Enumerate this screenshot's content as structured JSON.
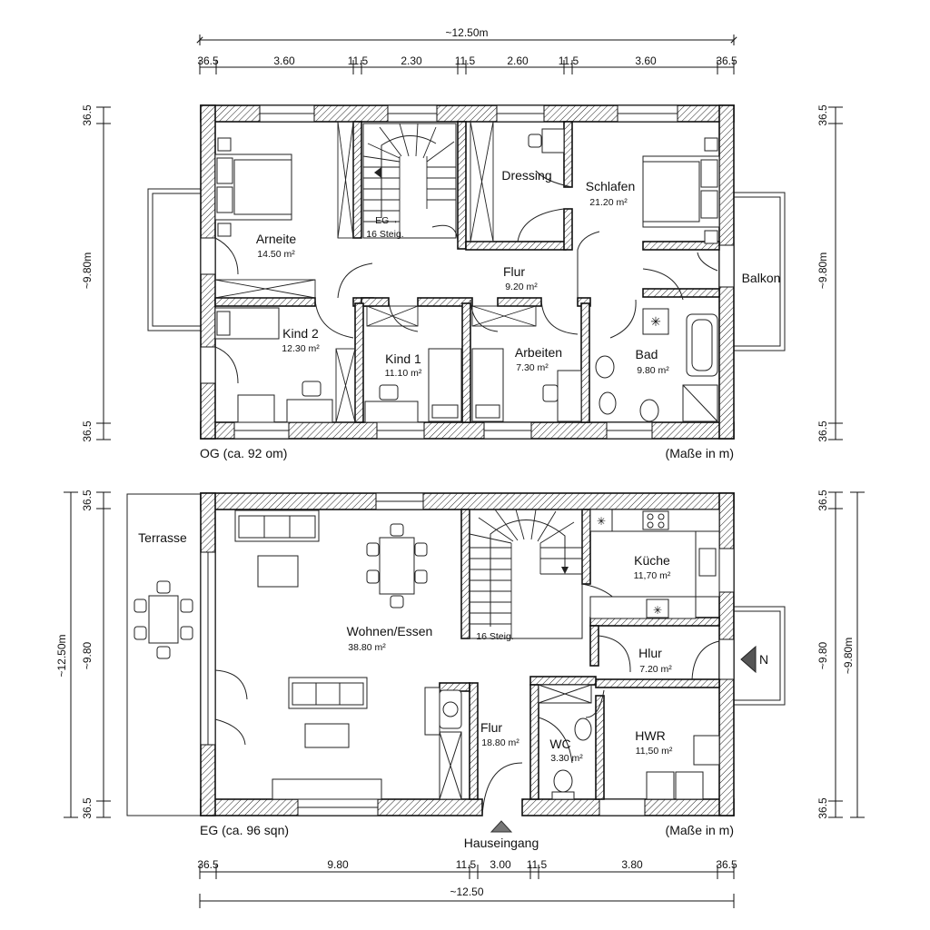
{
  "dims": {
    "og_total": "~12.50m",
    "og_segments": [
      "36.5",
      "3.60",
      "11.5",
      "2.30",
      "11.5",
      "2.60",
      "11.5",
      "3.60",
      "36.5"
    ],
    "og_left": [
      "36.5",
      "~9.80m",
      "36.5"
    ],
    "og_right": [
      "36.5",
      "~9.80m",
      "36.5"
    ],
    "eg_left_outer": "~12.50m",
    "eg_left": [
      "36.5",
      "~9.80",
      "36.5"
    ],
    "eg_right": [
      "36.5",
      "~9.80",
      "36.5"
    ],
    "eg_right_outer": "~9.80m",
    "eg_segments": [
      "36.5",
      "9.80",
      "11.5",
      "3.00",
      "11.5",
      "3.80",
      "36.5"
    ],
    "eg_total": "~12.50"
  },
  "og": {
    "caption": "OG (ca. 92 om)",
    "units": "(Maße in m)",
    "rooms": {
      "arbeite": {
        "name": "Arneite",
        "area": "14.50 m²"
      },
      "stairs_up": {
        "name": "EG→",
        "area": "16 Steig."
      },
      "dressing": {
        "name": "Dressing"
      },
      "schlafen": {
        "name": "Schlafen",
        "area": "21.20 m²"
      },
      "balkon": {
        "name": "Balkon"
      },
      "flur": {
        "name": "Flur",
        "area": "9.20 m²"
      },
      "kind2": {
        "name": "Kind 2",
        "area": "12.30 m²"
      },
      "kind1": {
        "name": "Kind 1",
        "area": "11.10 m²"
      },
      "arbeiten": {
        "name": "Arbeiten",
        "area": "7.30 m²"
      },
      "bad": {
        "name": "Bad",
        "area": "9.80 m²"
      }
    }
  },
  "eg": {
    "caption": "EG (ca. 96 sqn)",
    "units": "(Maße in m)",
    "entrance": "Hauseingang",
    "north": "N",
    "rooms": {
      "terrasse": {
        "name": "Terrasse"
      },
      "wohnen": {
        "name": "Wohnen/Essen",
        "area": "38.80 m²"
      },
      "stairs": {
        "name": "16 Steig."
      },
      "kueche": {
        "name": "Küche",
        "area": "11,70 m²"
      },
      "hlur": {
        "name": "Hlur",
        "area": "7.20 m²"
      },
      "flur": {
        "name": "Flur",
        "area": "18.80 m²"
      },
      "wc": {
        "name": "WC",
        "area": "3.30 m²"
      },
      "hwr": {
        "name": "HWR",
        "area": "11,50 m²"
      }
    }
  }
}
